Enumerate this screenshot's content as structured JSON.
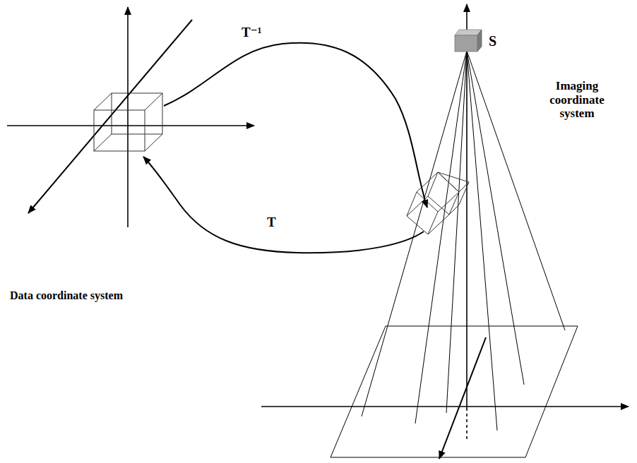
{
  "diagram": {
    "labels": [
      "T⁻¹",
      "S",
      "Imaging coordinate system",
      "T",
      "Data coordinate system"
    ]
  }
}
